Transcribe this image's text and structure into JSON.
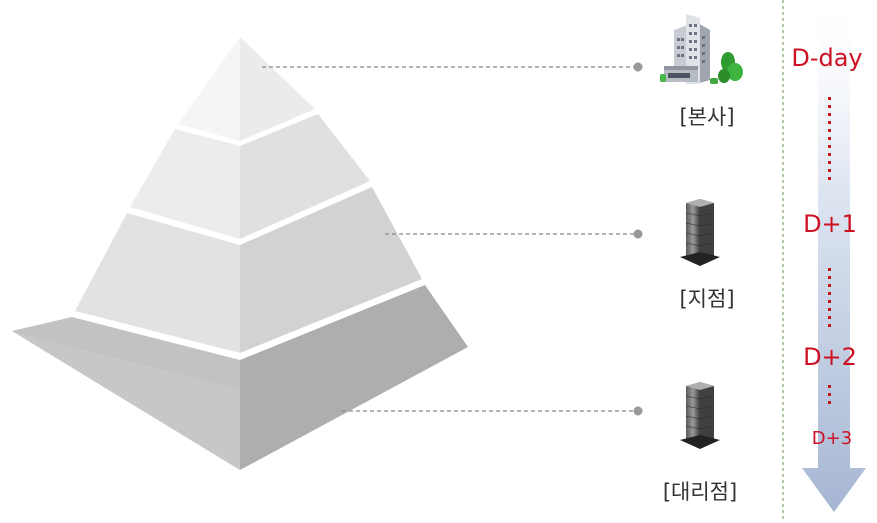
{
  "levels": [
    {
      "label": "[본사]",
      "icon": "office-building-with-trees-icon"
    },
    {
      "label": "[지점]",
      "icon": "dark-office-tower-icon"
    },
    {
      "label": "[대리점]",
      "icon": "dark-office-tower-icon"
    }
  ],
  "timeline": {
    "marks": [
      "D-day",
      "D+1",
      "D+2",
      "D+3"
    ],
    "text_color": "#cc1122",
    "arrow_color": "#a9b9d6"
  },
  "pyramid": {
    "tiers": 4,
    "left_colors": [
      "#f4f4f4",
      "#e7e7e7",
      "#d8d8d8",
      "#bdbdbd"
    ],
    "right_colors": [
      "#ececec",
      "#dddddd",
      "#cccccc",
      "#a9a9a9"
    ]
  }
}
